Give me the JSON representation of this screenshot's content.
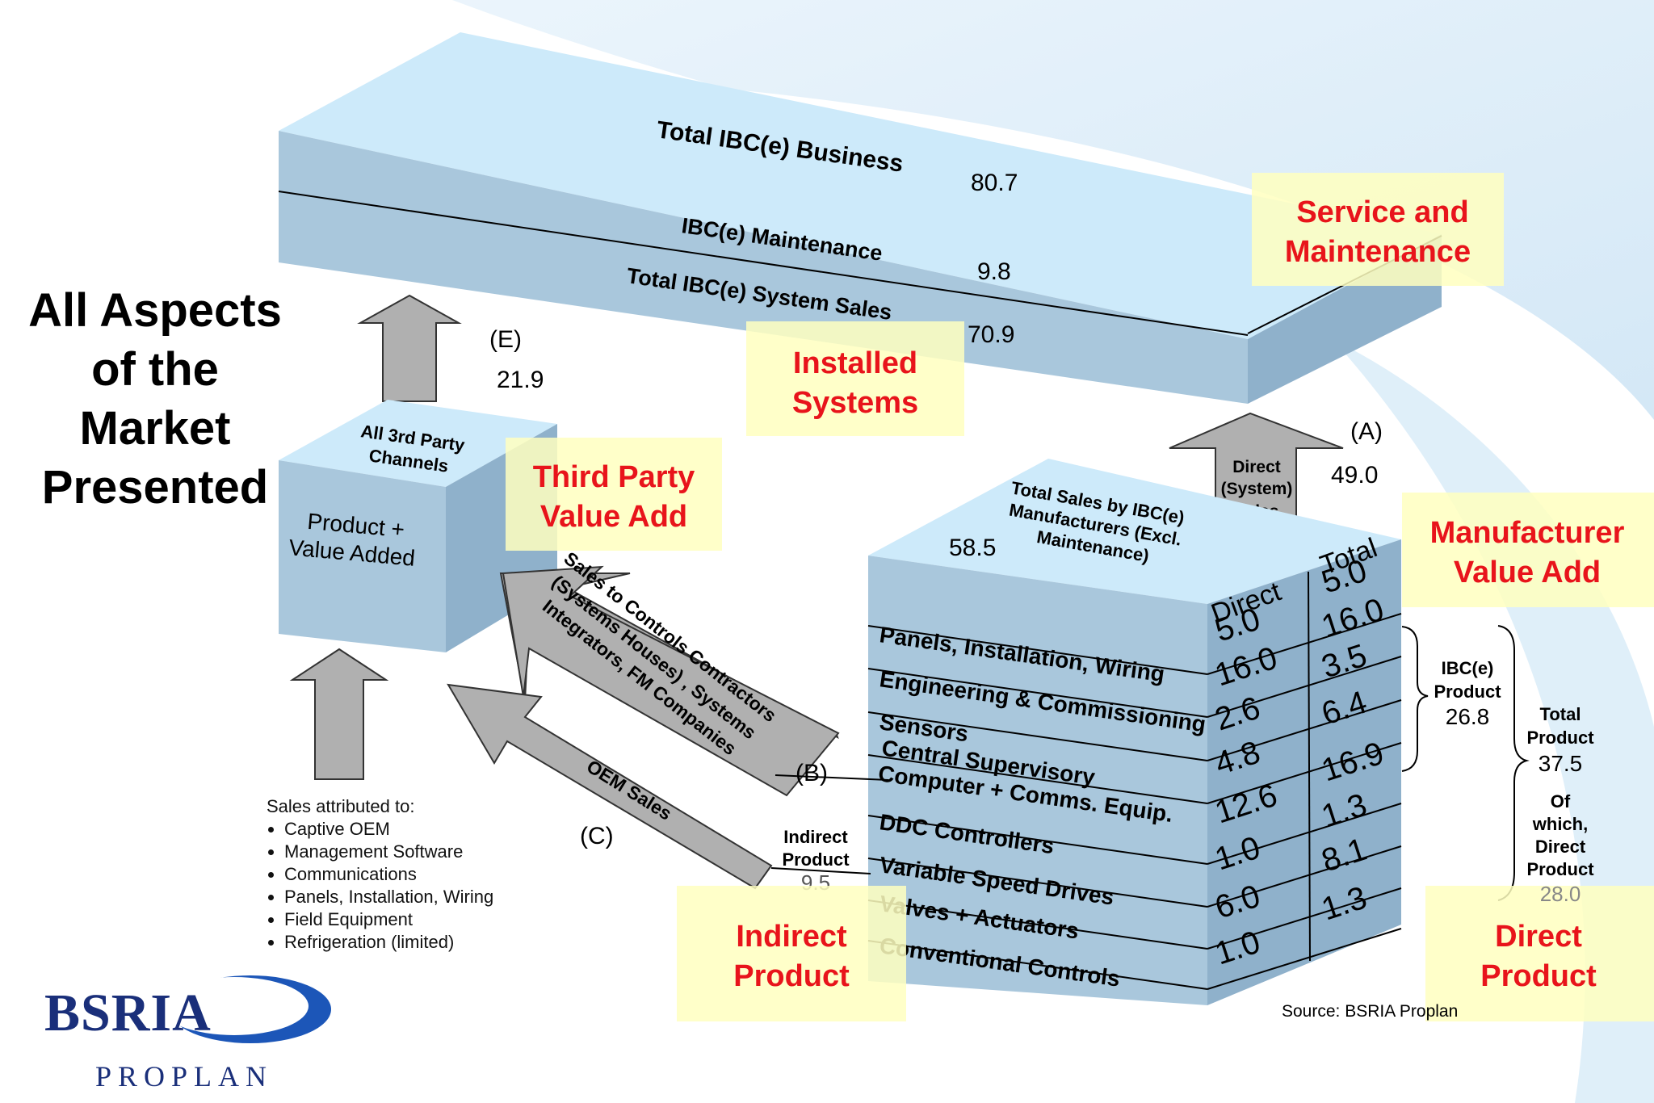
{
  "headline": [
    "All Aspects",
    "of the",
    "Market",
    "Presented"
  ],
  "top_box": {
    "total_business_label": "Total IBC(e) Business",
    "total_business_value": "80.7",
    "maintenance_label": "IBC(e) Maintenance",
    "maintenance_value": "9.8",
    "system_sales_label": "Total IBC(e) System Sales",
    "system_sales_value": "70.9"
  },
  "callouts": {
    "service": [
      "Service and",
      "Maintenance"
    ],
    "installed": [
      "Installed",
      "Systems"
    ],
    "third_party": [
      "Third Party",
      "Value Add"
    ],
    "manufacturer": [
      "Manufacturer",
      "Value Add"
    ],
    "indirect": [
      "Indirect",
      "Product"
    ],
    "direct": [
      "Direct",
      "Product"
    ]
  },
  "flow_e": {
    "label": "(E)",
    "value": "21.9"
  },
  "flow_a": {
    "label": "(A)",
    "value": "49.0",
    "arrow_text": [
      "Direct",
      "(System)",
      "Sales"
    ]
  },
  "flow_b": {
    "label": "(B)",
    "arrow_text": [
      "Sales to Controls Contractors",
      "(Systems Houses) , Systems",
      "Integrators, FM Companies"
    ]
  },
  "flow_c": {
    "label": "(C)",
    "arrow_text": "OEM Sales"
  },
  "third_party_box": {
    "top": [
      "All 3rd Party",
      "Channels"
    ],
    "front": [
      "Product +",
      "Value Added"
    ]
  },
  "mfr_box": {
    "top": [
      "Total Sales by IBC(e)",
      "Manufacturers (Excl.",
      "Maintenance)"
    ],
    "top_value": "58.5",
    "col_direct": "Direct",
    "col_total": "Total",
    "rows": [
      {
        "label": "Panels, Installation, Wiring",
        "direct": "5.0",
        "total": "5.0"
      },
      {
        "label": "Engineering & Commissioning",
        "direct": "16.0",
        "total": "16.0"
      },
      {
        "label": "Sensors",
        "direct": "2.6",
        "total": "3.5"
      },
      {
        "label": "Central Supervisory",
        "label2": "Computer + Comms. Equip.",
        "direct": "4.8",
        "total": "6.4"
      },
      {
        "label": "DDC Controllers",
        "direct": "12.6",
        "total": "16.9"
      },
      {
        "label": "Variable Speed Drives",
        "direct": "1.0",
        "total": "1.3"
      },
      {
        "label": "Valves + Actuators",
        "direct": "6.0",
        "total": "8.1"
      },
      {
        "label": "Conventional Controls",
        "direct": "1.0",
        "total": "1.3"
      }
    ]
  },
  "indirect_product": {
    "label": [
      "Indirect",
      "Product"
    ],
    "value": "9.5"
  },
  "ibc_product": {
    "label": [
      "IBC(e)",
      "Product"
    ],
    "value": "26.8"
  },
  "total_product": {
    "label": [
      "Total",
      "Product"
    ],
    "value": "37.5"
  },
  "direct_of_which": {
    "label": [
      "Of",
      "which,",
      "Direct",
      "Product"
    ],
    "value": "28.0"
  },
  "sales_attributed": {
    "heading": "Sales attributed to:",
    "items": [
      "Captive OEM",
      "Management Software",
      "Communications",
      "Panels, Installation, Wiring",
      "Field Equipment",
      "Refrigeration (limited)"
    ]
  },
  "source": "Source: BSRIA Proplan",
  "logo": {
    "name": "BSRIA",
    "sub": "PROPLAN"
  },
  "colors": {
    "box_top": "#cdeafa",
    "box_front": "#a9c7dc",
    "box_side": "#8fb1cb",
    "callout_red": "#e8141b",
    "callout_bg": "#ffffc0",
    "arrow": "#b0b0b0"
  }
}
